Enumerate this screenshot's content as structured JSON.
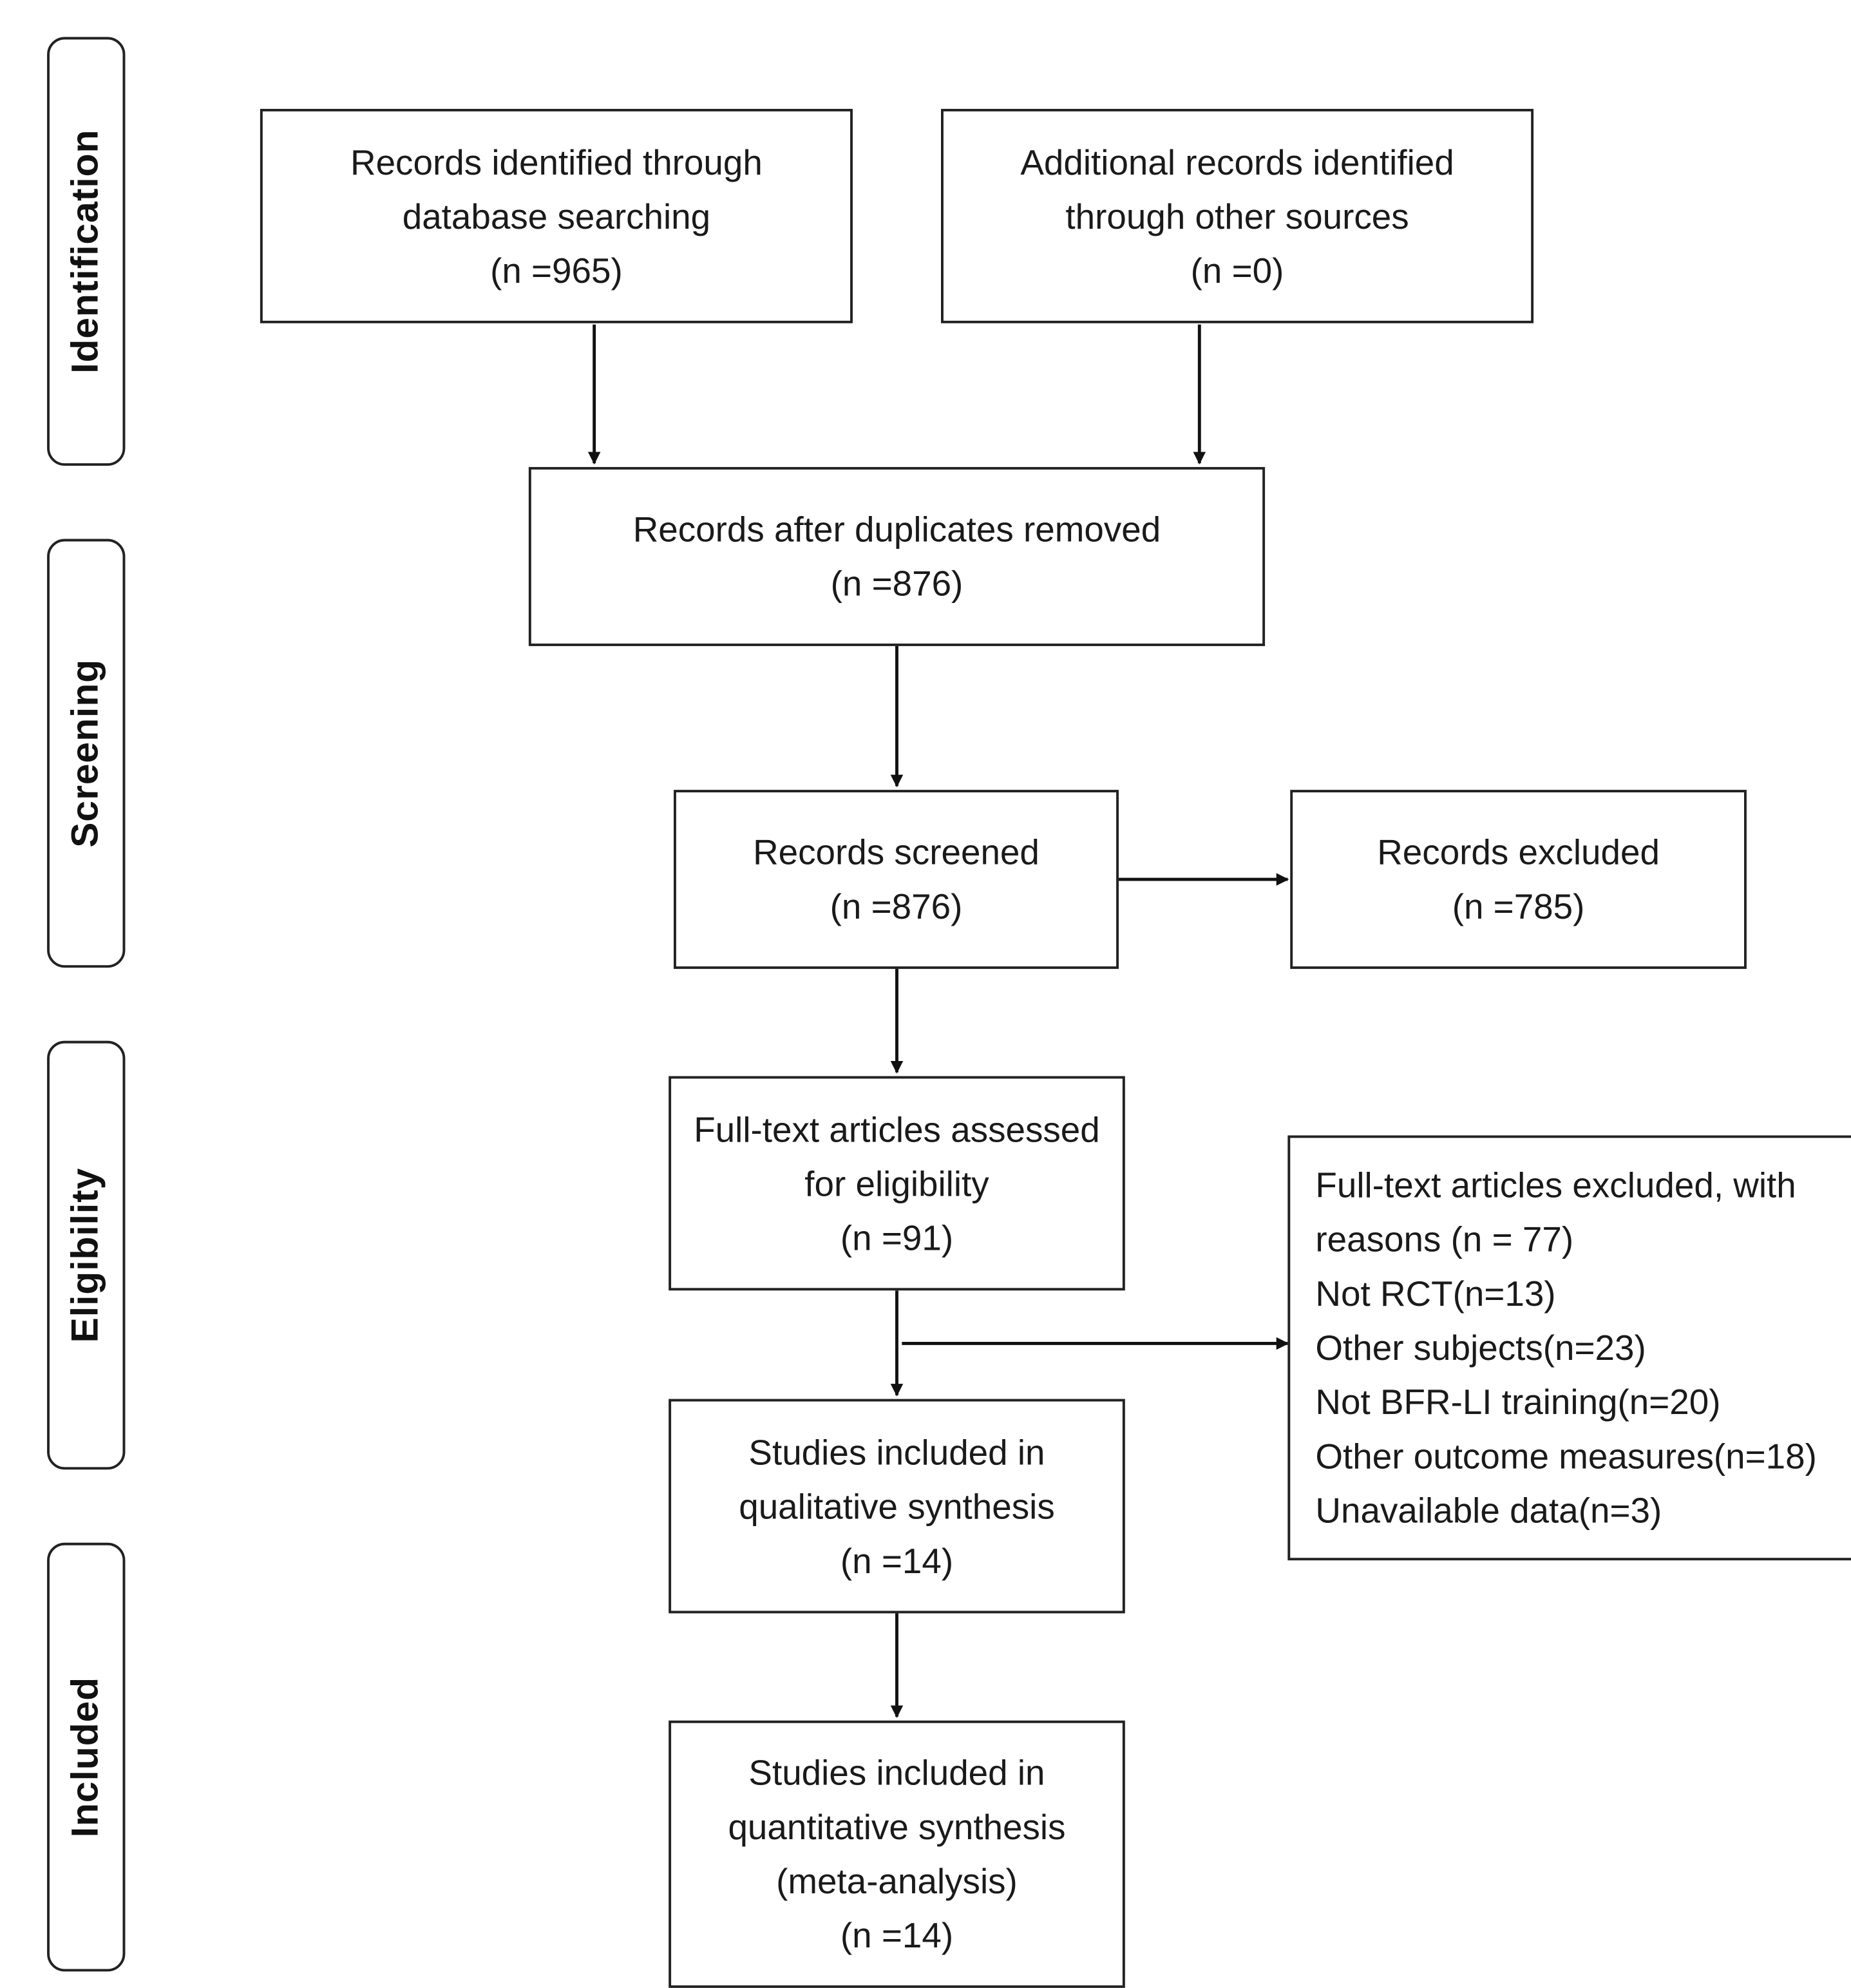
{
  "phases": {
    "identification": "Identification",
    "screening": "Screening",
    "eligibility": "Eligibility",
    "included": "Included"
  },
  "boxes": {
    "database_records": {
      "line1": "Records identified through",
      "line2": "database searching",
      "count": "(n =965)"
    },
    "other_sources": {
      "line1": "Additional records identified",
      "line2": "through other sources",
      "count": "(n =0)"
    },
    "duplicates_removed": {
      "line1": "Records after duplicates removed",
      "count": "(n =876)"
    },
    "screened": {
      "line1": "Records screened",
      "count": "(n =876)"
    },
    "excluded": {
      "line1": "Records excluded",
      "count": "(n =785)"
    },
    "full_text_assessed": {
      "line1": "Full-text articles assessed",
      "line2": "for eligibility",
      "count": "(n =91)"
    },
    "full_text_excluded": {
      "line1": "Full-text articles excluded, with",
      "line2": "reasons (n = 77)",
      "reasons": [
        "Not RCT(n=13)",
        "Other subjects(n=23)",
        "Not BFR-LI training(n=20)",
        "Other outcome measures(n=18)",
        "Unavailable data(n=3)"
      ]
    },
    "qualitative": {
      "line1": "Studies included in",
      "line2": "qualitative synthesis",
      "count": "(n =14)"
    },
    "quantitative": {
      "line1": "Studies included in",
      "line2": "quantitative synthesis",
      "line3": "(meta-analysis)",
      "count": "(n =14)"
    }
  }
}
